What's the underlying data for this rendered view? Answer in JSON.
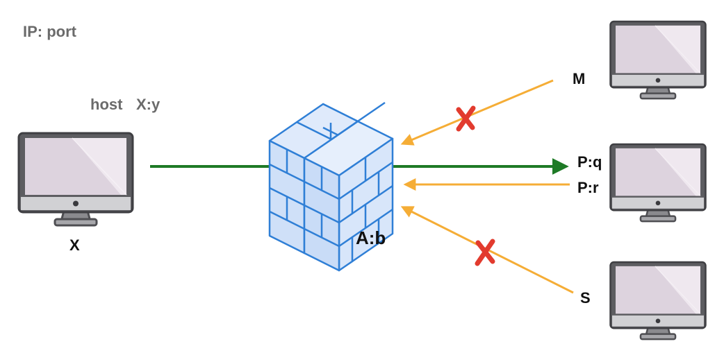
{
  "labels": {
    "legend": "IP: port",
    "host_prefix": "host",
    "host_addr": "X:y",
    "client_name": "X",
    "firewall_addr": "A:b",
    "server_m": "M",
    "server_pq": "P:q",
    "server_pr": "P:r",
    "server_s": "S"
  },
  "colors": {
    "allowed_arrow": "#1e7a26",
    "incoming_arrow": "#f5ad36",
    "blocked_mark": "#e23b2e",
    "firewall_stroke": "#2f7fd6",
    "firewall_fill": "#d6e6fb",
    "monitor_frame": "#5a5a5e",
    "monitor_screen": "#e4d8e6"
  },
  "connections": [
    {
      "from": "X",
      "to": "P:q",
      "status": "allowed"
    },
    {
      "from": "P:r",
      "to": "A:b",
      "status": "allowed"
    },
    {
      "from": "M",
      "to": "A:b",
      "status": "blocked"
    },
    {
      "from": "S",
      "to": "A:b",
      "status": "blocked"
    }
  ]
}
